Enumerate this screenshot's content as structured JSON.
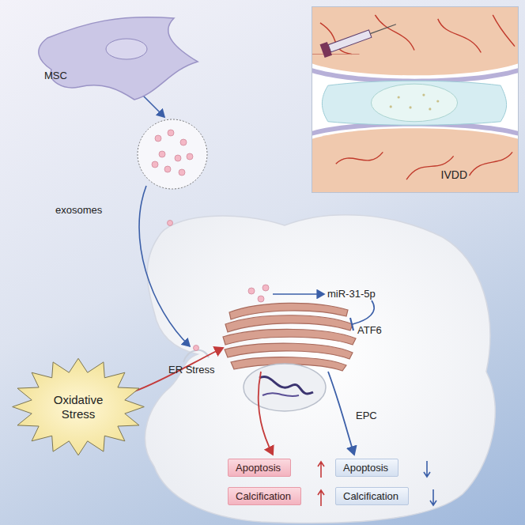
{
  "diagram": {
    "nodes": [
      {
        "text": [
          "IVDD"
        ]
      },
      {
        "text": [
          "MSC"
        ]
      },
      {
        "text": [
          "Oxidative Stress"
        ]
      },
      {
        "text": [
          "Apoptosis"
        ]
      },
      {
        "text": [
          "Calcification"
        ]
      },
      {
        "text": [
          "Apoptosis"
        ]
      },
      {
        "text": [
          "Calcification"
        ]
      }
    ],
    "labels": [
      "exosomes",
      "miR-31-5p",
      "ATF6",
      "ER Stress",
      "EPC"
    ]
  }
}
